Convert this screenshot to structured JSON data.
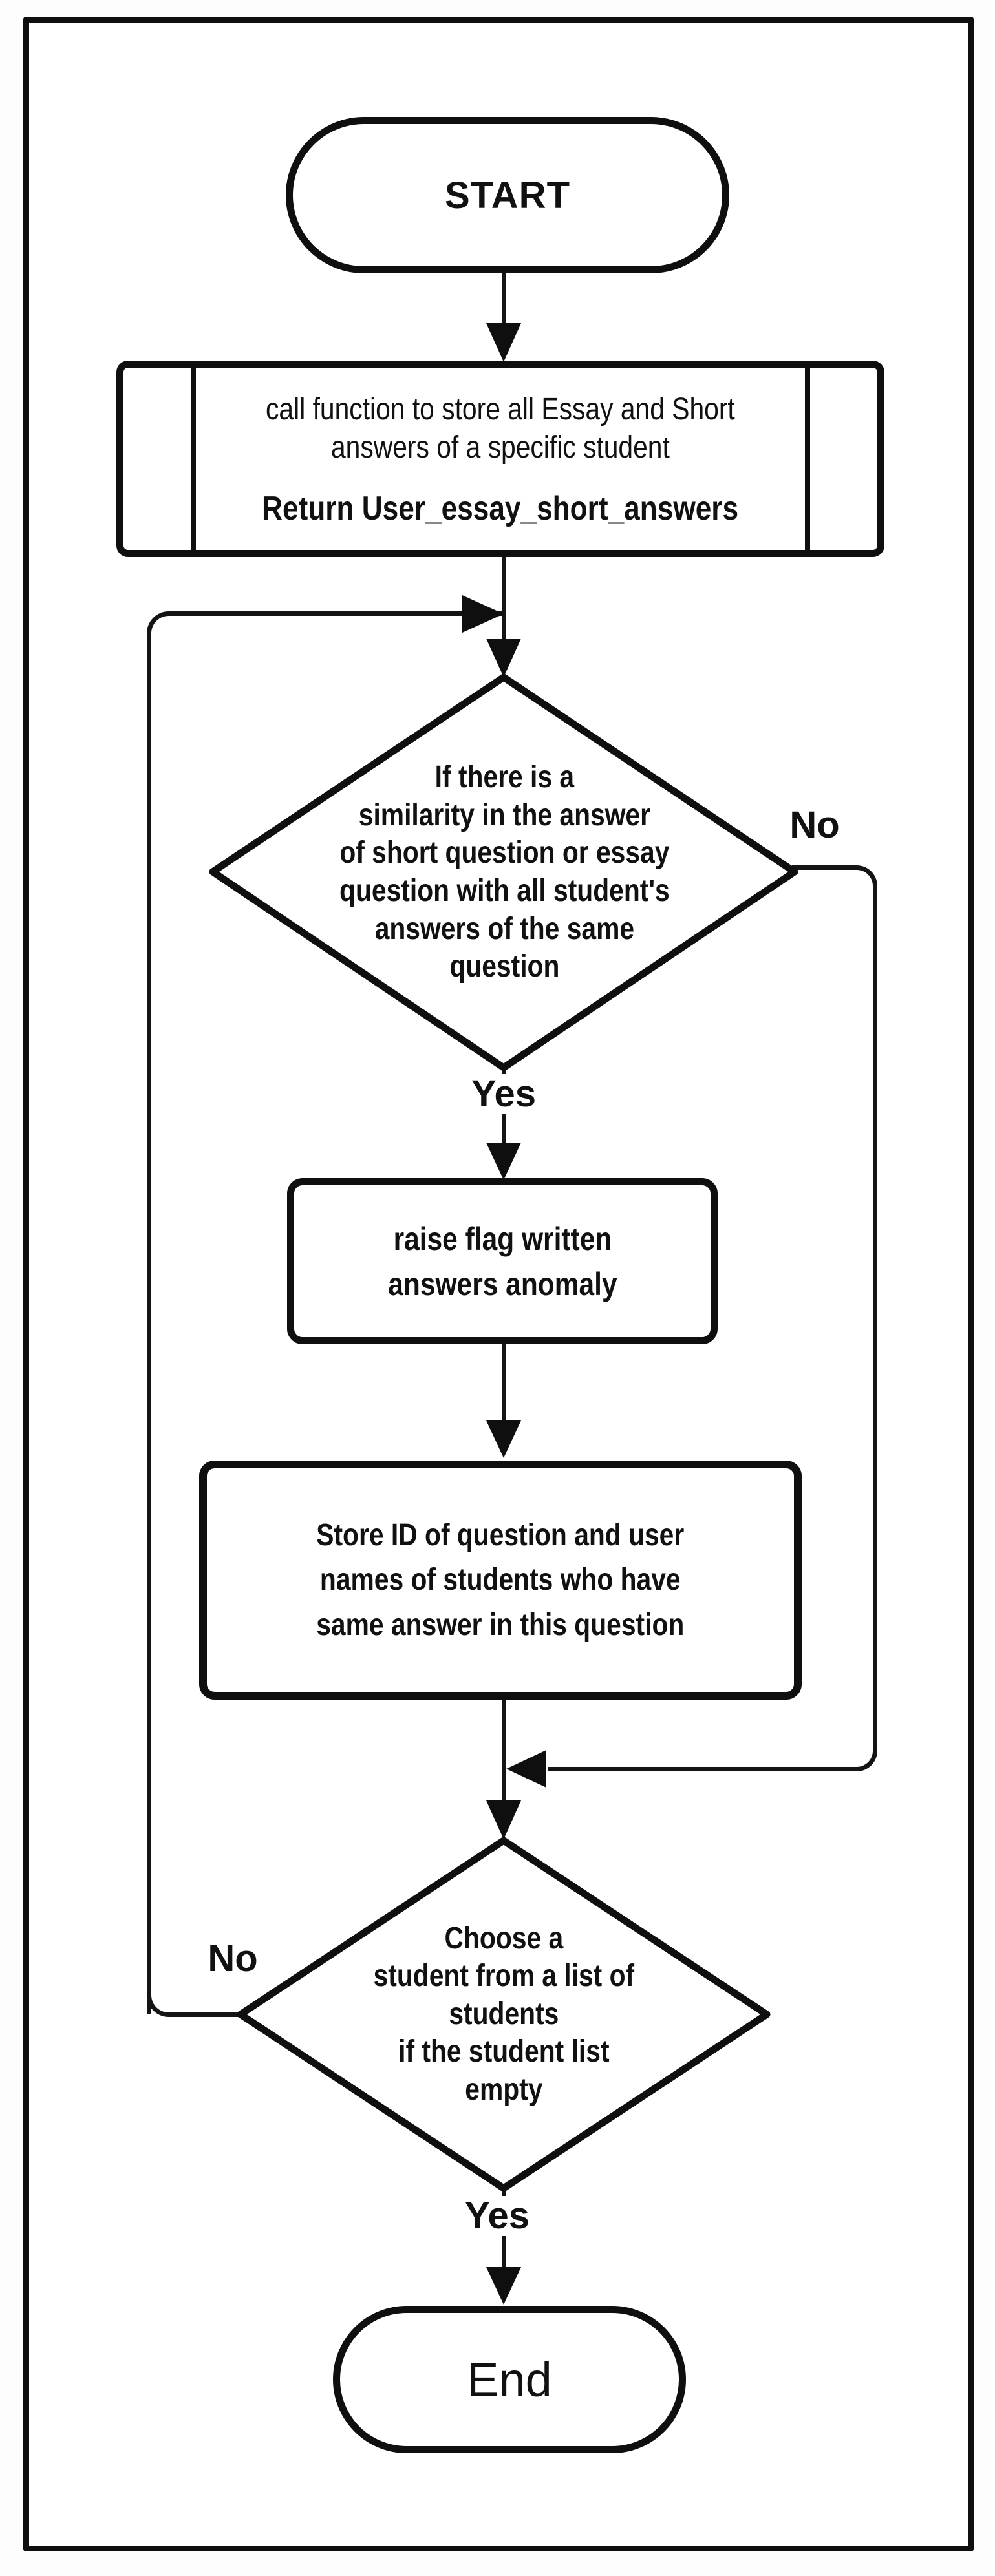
{
  "colors": {
    "ink": "#111111",
    "background": "#ffffff"
  },
  "flowchart": {
    "start": {
      "label": "START"
    },
    "call_function": {
      "body": "call function to  store all Essay and Short\nanswers of a specific student",
      "return_line": "Return User_essay_short_answers"
    },
    "decision_similarity": {
      "text": "If there is a\nsimilarity in the answer\nof short question or essay\nquestion  with all student's\nanswers of the same\nquestion",
      "no_label": "No",
      "yes_label": "Yes"
    },
    "raise_flag": {
      "text": "raise flag written\nanswers anomaly"
    },
    "store_id": {
      "text": "Store ID of question and  user\nnames of students who have\nsame answer in this question"
    },
    "decision_choose_student": {
      "text": "Choose a\nstudent from a list of\nstudents\nif  the student list\nempty",
      "no_label": "No",
      "yes_label": "Yes"
    },
    "end": {
      "label": "End"
    }
  }
}
